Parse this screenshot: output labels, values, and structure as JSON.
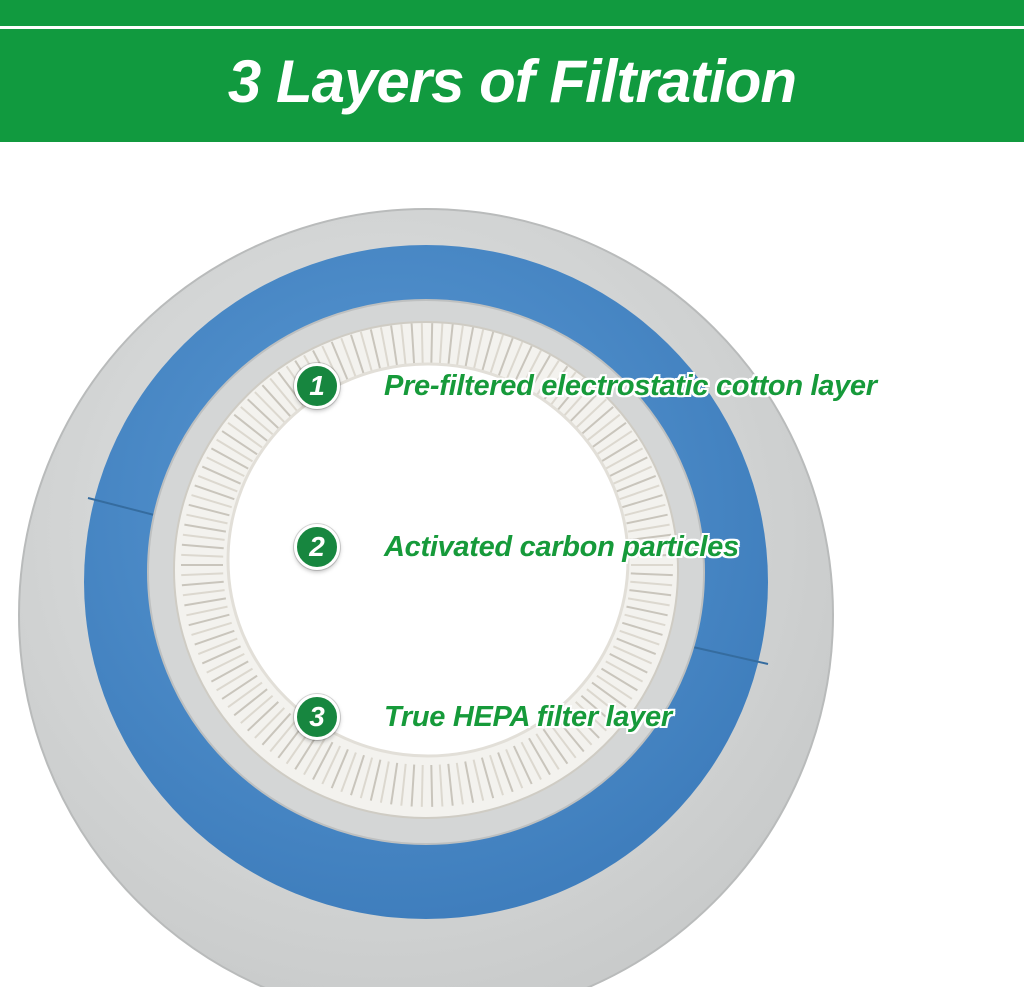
{
  "header": {
    "title": "3 Layers of Filtration",
    "background_color": "#119A3F"
  },
  "layers": [
    {
      "number": "1",
      "label": "Pre-filtered electrostatic cotton layer"
    },
    {
      "number": "2",
      "label": "Activated carbon particles"
    },
    {
      "number": "3",
      "label": "True HEPA filter layer"
    }
  ],
  "colors": {
    "outer_ring": "#DADCDC",
    "blue_layer": "#4A8BC8",
    "hepa_pleats": "#F3F2EE",
    "label_green": "#169A3A",
    "badge_green": "#17863F"
  }
}
